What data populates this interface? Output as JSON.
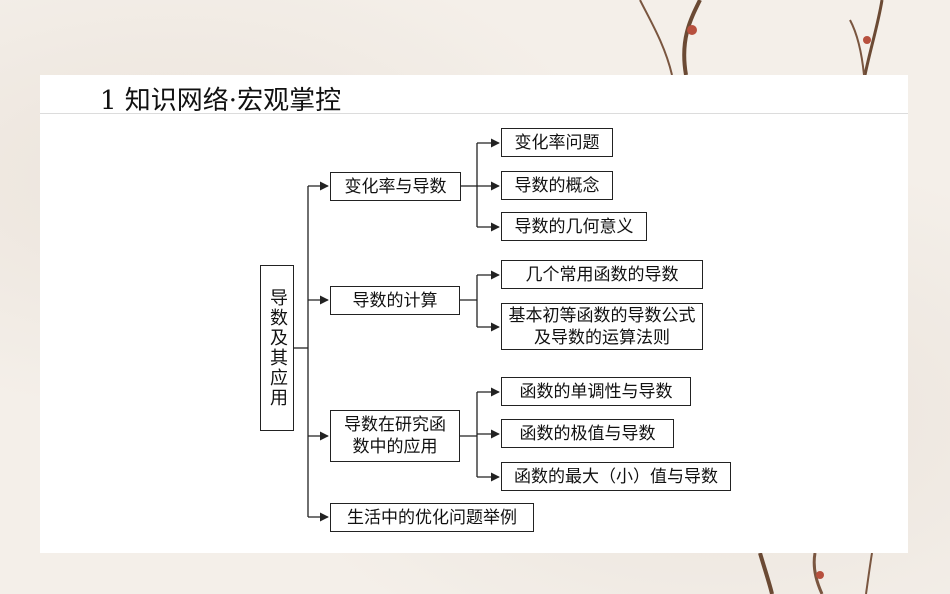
{
  "slide": {
    "title": "1  知识网络·宏观掌控"
  },
  "diagram": {
    "root": "导数及其应用",
    "branches": [
      {
        "label": "变化率与导数",
        "children": [
          "变化率问题",
          "导数的概念",
          "导数的几何意义"
        ]
      },
      {
        "label": "导数的计算",
        "children": [
          "几个常用函数的导数",
          "基本初等函数的导数公式及导数的运算法则"
        ]
      },
      {
        "label": "导数在研究函数中的应用",
        "children": [
          "函数的单调性与导数",
          "函数的极值与导数",
          "函数的最大（小）值与导数"
        ]
      },
      {
        "label": "生活中的优化问题举例",
        "children": []
      }
    ]
  }
}
